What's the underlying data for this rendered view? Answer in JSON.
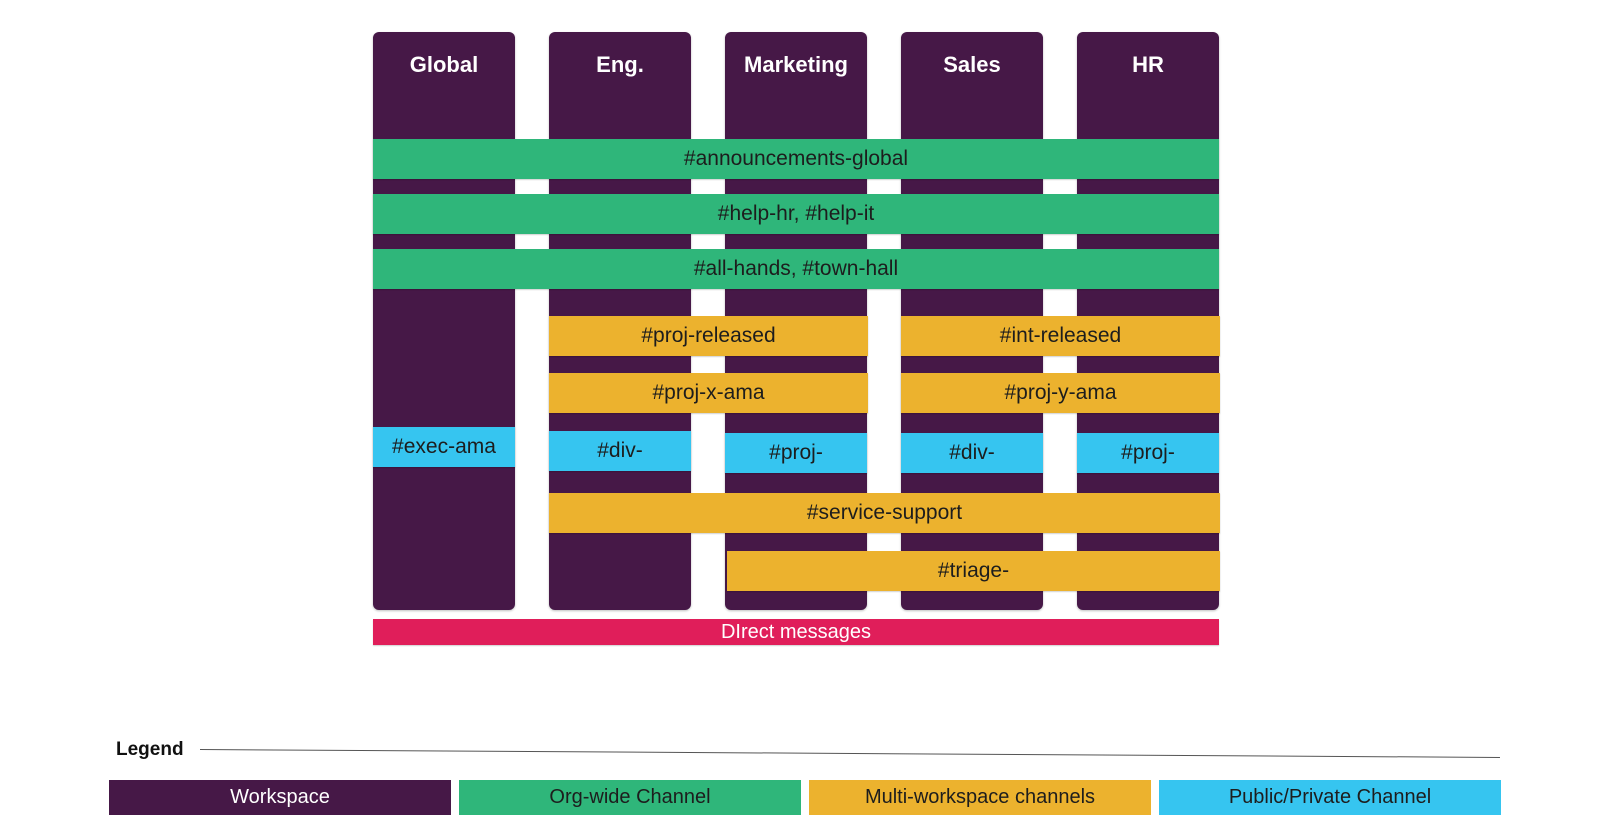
{
  "colors": {
    "workspace": "#461847",
    "org_wide": "#2fb67a",
    "multi_workspace": "#ecb22e",
    "public_private": "#36c5f0",
    "direct_messages": "#e01e5a"
  },
  "workspaces": [
    "Global",
    "Eng.",
    "Marketing",
    "Sales",
    "HR"
  ],
  "channels": {
    "announcements": "#announcements-global",
    "help": "#help-hr, #help-it",
    "all_hands": "#all-hands, #town-hall",
    "proj_released": "#proj-released",
    "int_released": "#int-released",
    "proj_x_ama": "#proj-x-ama",
    "proj_y_ama": "#proj-y-ama",
    "exec_ama": "#exec-ama",
    "div_eng": "#div-",
    "proj_marketing": "#proj-",
    "div_sales": "#div-",
    "proj_hr": "#proj-",
    "service_support": "#service-support",
    "triage": "#triage-"
  },
  "direct_messages": "DIrect messages",
  "legend": {
    "title": "Legend",
    "items": [
      "Workspace",
      "Org-wide Channel",
      "Multi-workspace channels",
      "Public/Private Channel"
    ]
  }
}
